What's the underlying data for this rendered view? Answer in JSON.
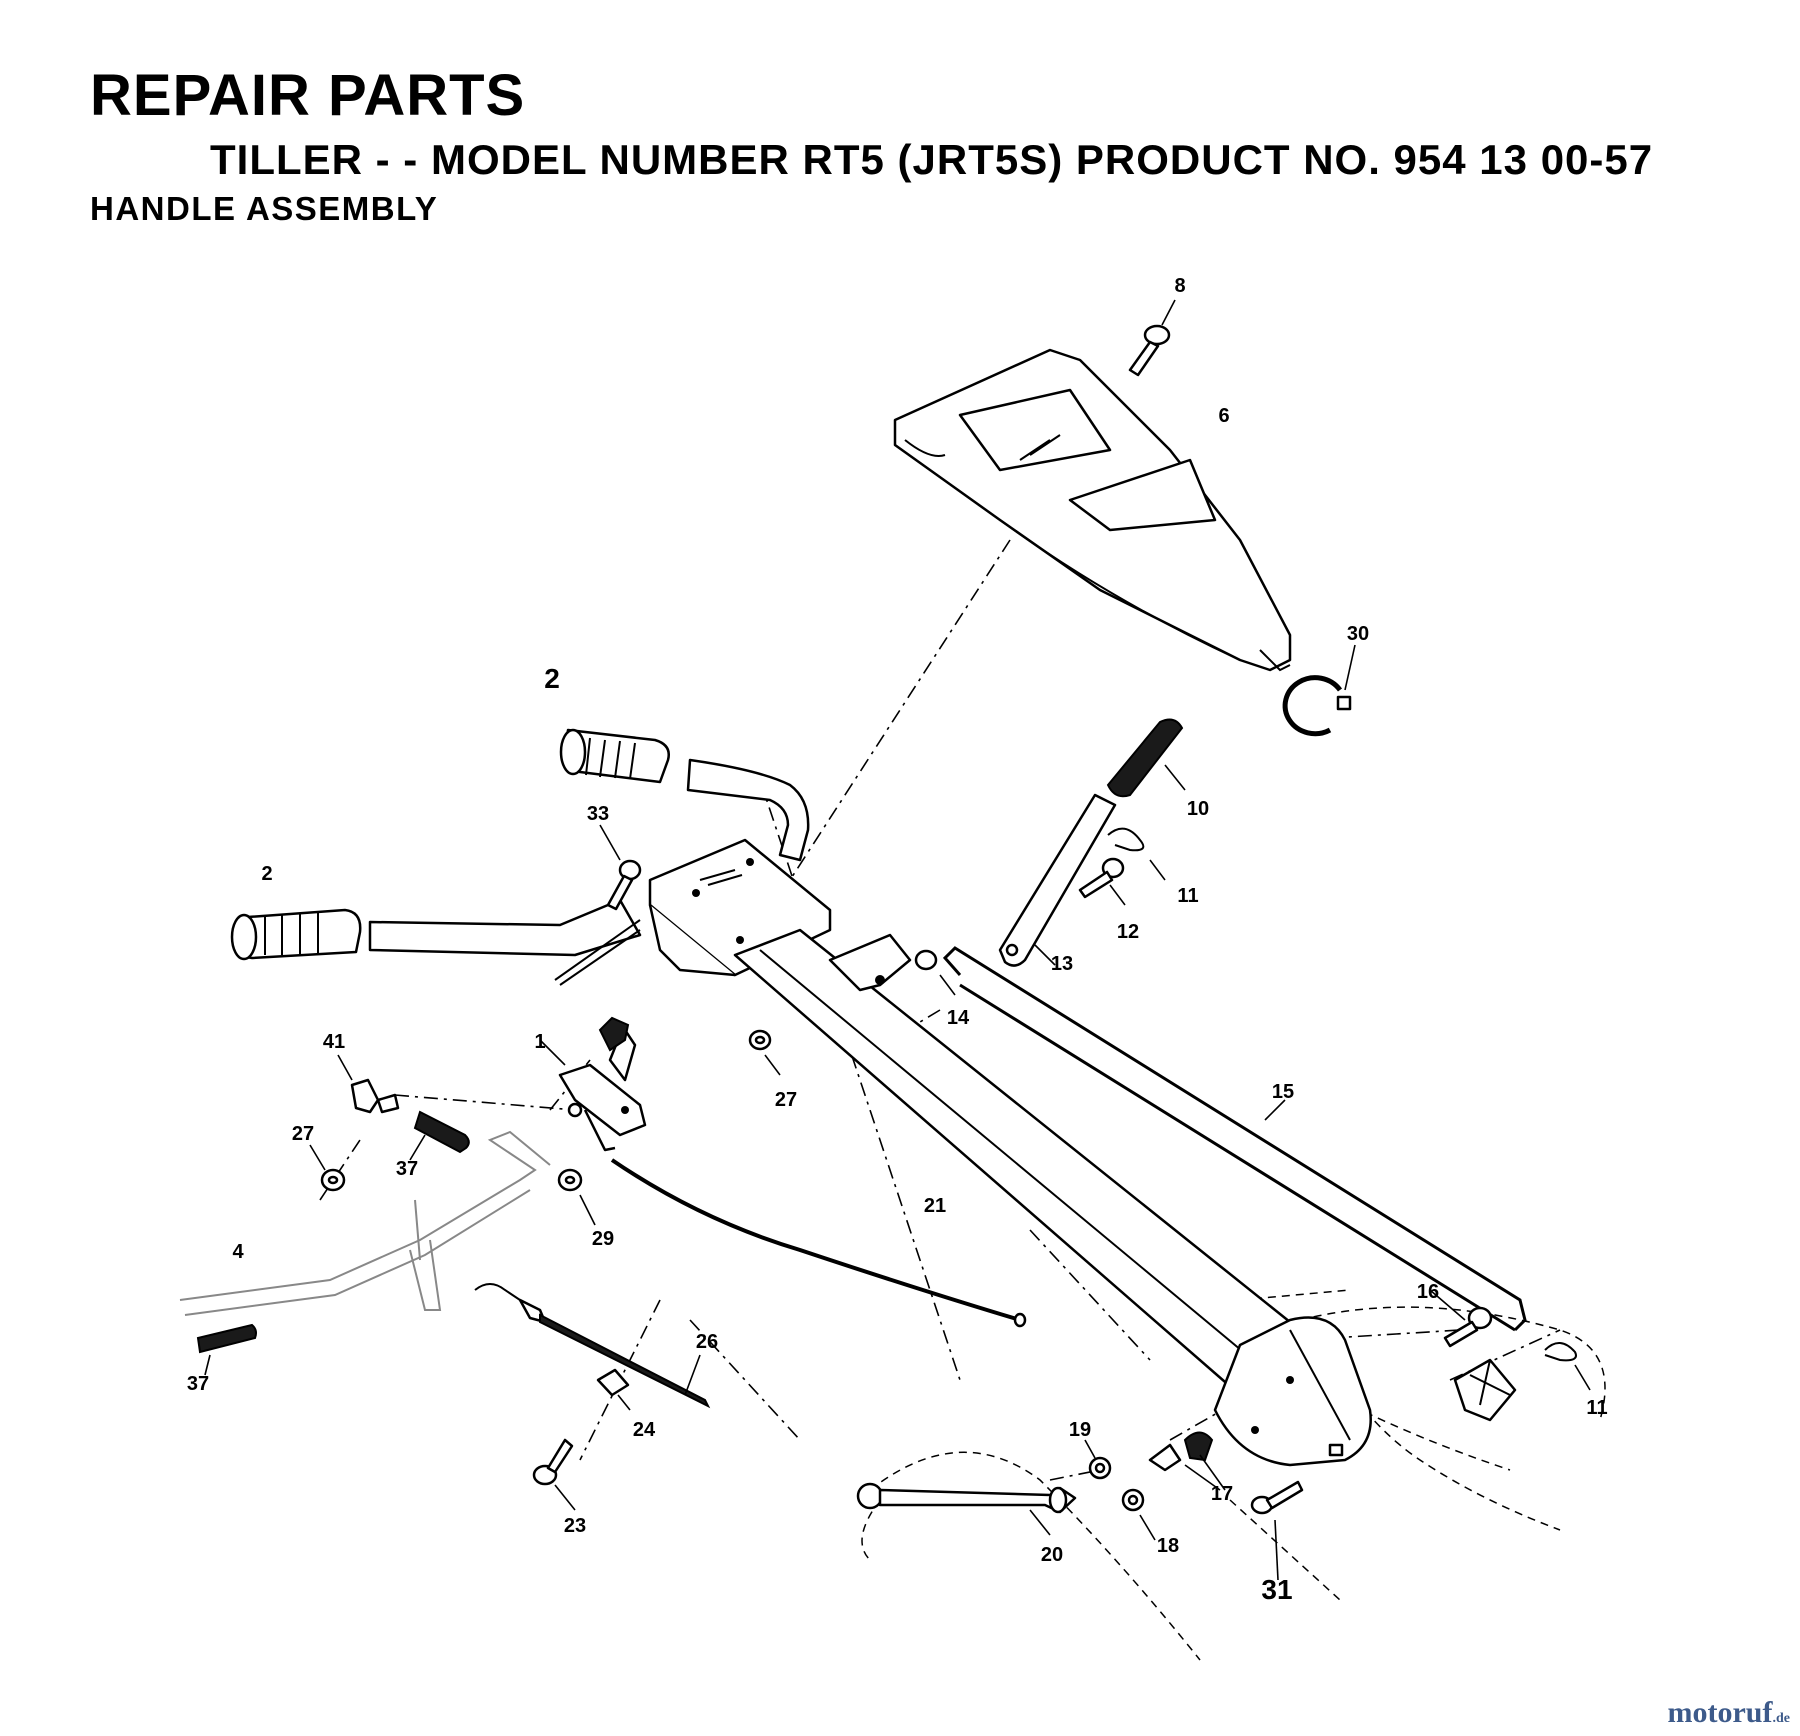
{
  "header": {
    "title": "REPAIR PARTS",
    "subtitle": "TILLER - - MODEL NUMBER RT5 (JRT5S) PRODUCT NO. 954 13 00-57",
    "section": "HANDLE ASSEMBLY"
  },
  "callouts": {
    "c1": "1",
    "c2a": "2",
    "c2b": "2",
    "c4": "4",
    "c6": "6",
    "c8": "8",
    "c10": "10",
    "c11a": "11",
    "c11b": "11",
    "c12": "12",
    "c13": "13",
    "c14": "14",
    "c15": "15",
    "c16": "16",
    "c17": "17",
    "c18": "18",
    "c19": "19",
    "c20": "20",
    "c21": "21",
    "c23": "23",
    "c24": "24",
    "c26": "26",
    "c27a": "27",
    "c27b": "27",
    "c29": "29",
    "c30": "30",
    "c31": "31",
    "c33": "33",
    "c37a": "37",
    "c37b": "37",
    "c41": "41"
  },
  "watermark": {
    "brand": "motoruf",
    "tld": ".de"
  }
}
